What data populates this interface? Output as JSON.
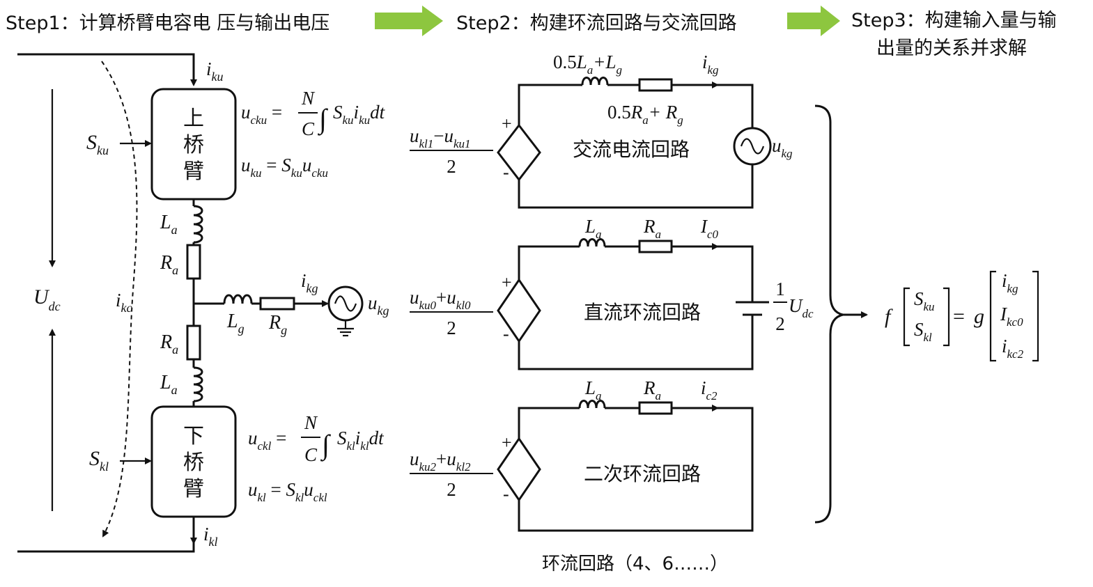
{
  "colors": {
    "arrow_green": "#8dc63f",
    "ink": "#111111"
  },
  "steps": {
    "step1": "Step1：计算桥臂电容电 压与输出电压",
    "step2": "Step2：构建环流回路与交流回路",
    "step3_line1": "Step3：构建输入量与输",
    "step3_line2": "出量的关系并求解"
  },
  "left": {
    "upper_arm": [
      "上",
      "桥",
      "臂"
    ],
    "lower_arm": [
      "下",
      "桥",
      "臂"
    ],
    "i_ku": "i",
    "i_ku_sub": "ku",
    "i_kl": "i",
    "i_kl_sub": "kl",
    "S_ku": "S",
    "S_ku_sub": "ku",
    "S_kl": "S",
    "S_kl_sub": "kl",
    "L_a": "L",
    "L_a_sub": "a",
    "R_a": "R",
    "R_a_sub": "a",
    "L_g": "L",
    "L_g_sub": "g",
    "R_g": "R",
    "R_g_sub": "g",
    "i_kg": "i",
    "i_kg_sub": "kg",
    "u_kg": "u",
    "u_kg_sub": "kg",
    "U_dc": "U",
    "U_dc_sub": "dc",
    "i_kc": "i",
    "i_kc_sub": "kc"
  },
  "equations": {
    "ucku": {
      "lhs": "u",
      "lhs_sub": "cku",
      "num": "N",
      "den": "C",
      "body": "S",
      "b_sub1": "ku",
      "i": "i",
      "b_sub2": "ku",
      "tail": "dt"
    },
    "uku": {
      "lhs": "u",
      "lhs_sub": "ku",
      "a": "S",
      "a_sub": "ku",
      "b": "u",
      "b_sub": "cku"
    },
    "uckl": {
      "lhs": "u",
      "lhs_sub": "ckl",
      "num": "N",
      "den": "C",
      "body": "S",
      "b_sub1": "kl",
      "i": "i",
      "b_sub2": "kl",
      "tail": "dt"
    },
    "ukl": {
      "lhs": "u",
      "lhs_sub": "kl",
      "a": "S",
      "a_sub": "kl",
      "b": "u",
      "b_sub": "ckl"
    }
  },
  "sources": {
    "s1": {
      "n1": "u",
      "n1_sub": "kl1",
      "op": "−",
      "n2": "u",
      "n2_sub": "ku1",
      "den": "2"
    },
    "s2": {
      "n1": "u",
      "n1_sub": "ku0",
      "op": "+",
      "n2": "u",
      "n2_sub": "kl0",
      "den": "2"
    },
    "s3": {
      "n1": "u",
      "n1_sub": "ku2",
      "op": "+",
      "n2": "u",
      "n2_sub": "kl2",
      "den": "2"
    },
    "plus": "+",
    "minus": "-"
  },
  "loops": {
    "ac": {
      "name": "交流电流回路",
      "L_pre": "0.5",
      "L": "L",
      "L_sub": "a",
      "Lg": "+L",
      "Lg_sub": "g",
      "R_pre": "0.5",
      "R": "R",
      "R_sub": "a",
      "Rg": "+ R",
      "Rg_sub": "g",
      "cur": "i",
      "cur_sub": "kg",
      "src": "u",
      "src_sub": "kg"
    },
    "dc": {
      "name": "直流环流回路",
      "L": "L",
      "L_sub": "a",
      "R": "R",
      "R_sub": "a",
      "cur": "I",
      "cur_sub": "c0",
      "frac_num": "1",
      "frac_den": "2",
      "U": "U",
      "U_sub": "dc"
    },
    "second": {
      "name": "二次环流回路",
      "L": "L",
      "L_sub": "a",
      "R": "R",
      "R_sub": "a",
      "cur": "i",
      "cur_sub": "c2"
    },
    "caption": "环流回路（4、6……）"
  },
  "result": {
    "f": "f",
    "g": "g",
    "eq": "=",
    "in": [
      {
        "v": "S",
        "s": "ku"
      },
      {
        "v": "S",
        "s": "kl"
      }
    ],
    "out": [
      {
        "v": "i",
        "s": "kg"
      },
      {
        "v": "I",
        "s": "kc0"
      },
      {
        "v": "i",
        "s": "kc2"
      }
    ]
  }
}
